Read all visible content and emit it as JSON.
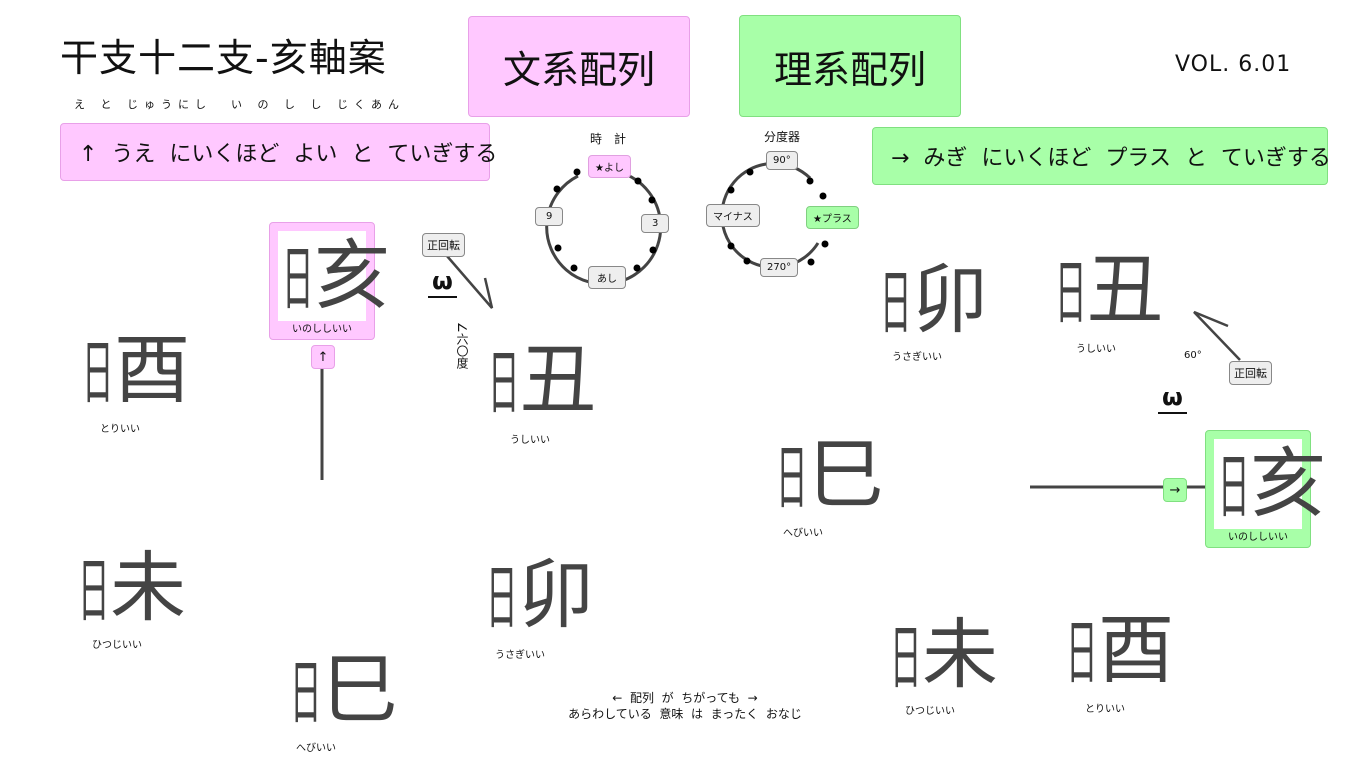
{
  "header": {
    "title": "干支十二支-亥軸案",
    "furigana": "え と じゅうにし  い の し し じくあん",
    "version": "VOL. 6.01"
  },
  "buttons": {
    "bunkei": "文系配列",
    "rikei": "理系配列"
  },
  "notes": {
    "up": "↑  うえ  にいくほど  よい  と  ていぎする",
    "right": "→  みぎ  にいくほど  プラス  と  ていぎする"
  },
  "clock": {
    "title": "時　計",
    "top": "★よし",
    "left": "9",
    "right": "3",
    "bottom": "あし"
  },
  "protractor": {
    "title": "分度器",
    "top": "90°",
    "left": "マイナス",
    "right": "★プラス",
    "bottom": "270°"
  },
  "left_diagram": {
    "focus": {
      "left": "日",
      "right": "亥",
      "label": "いのししいい"
    },
    "arrow_button": "↑",
    "rotate_button": "正回転",
    "omega": "ω",
    "angle": "∠六〇度",
    "glyphs": [
      {
        "left": "日",
        "right": "酉",
        "label": "とりいい"
      },
      {
        "left": "日",
        "right": "丑",
        "label": "うしいい"
      },
      {
        "left": "日",
        "right": "未",
        "label": "ひつじいい"
      },
      {
        "left": "日",
        "right": "卯",
        "label": "うさぎいい"
      },
      {
        "left": "日",
        "right": "巳",
        "label": "へびいい"
      }
    ]
  },
  "right_diagram": {
    "focus": {
      "left": "日",
      "right": "亥",
      "label": "いのししいい"
    },
    "arrow_button": "→",
    "rotate_button": "正回転",
    "omega": "ω",
    "angle": "60°",
    "glyphs": [
      {
        "left": "日",
        "right": "卯",
        "label": "うさぎいい"
      },
      {
        "left": "日",
        "right": "丑",
        "label": "うしいい"
      },
      {
        "left": "日",
        "right": "巳",
        "label": "へびいい"
      },
      {
        "left": "日",
        "right": "未",
        "label": "ひつじいい"
      },
      {
        "left": "日",
        "right": "酉",
        "label": "とりいい"
      }
    ]
  },
  "footer": {
    "line1": "←  配列  が  ちがっても  →",
    "line2": "あらわしている  意味  は  まったく  おなじ"
  }
}
